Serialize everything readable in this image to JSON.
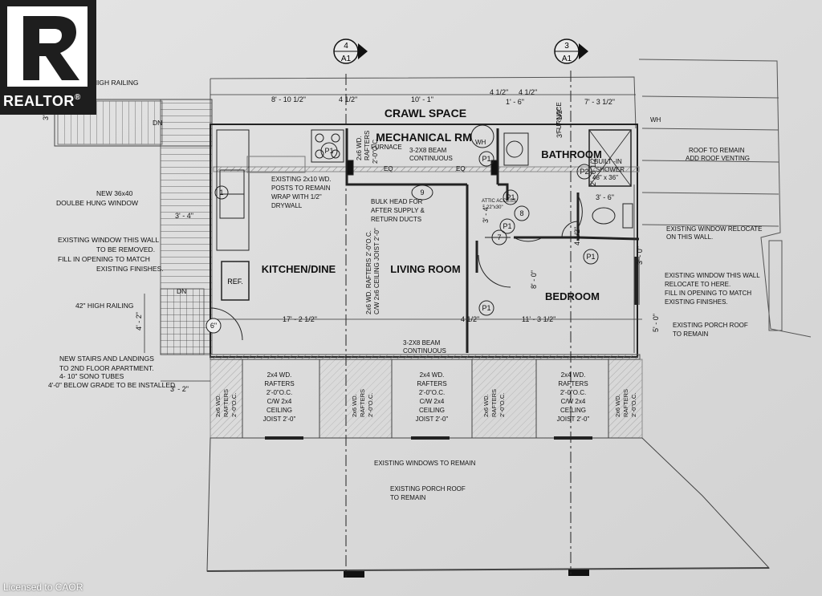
{
  "watermark": {
    "brand": "REALTOR",
    "mark": "®",
    "credit": "Licensed to CAOR"
  },
  "section_markers": [
    {
      "num": "4",
      "sheet": "A1"
    },
    {
      "num": "3",
      "sheet": "A1"
    }
  ],
  "rooms": {
    "crawl": "CRAWL SPACE",
    "mech": "MECHANICAL RM",
    "bath": "BATHROOM",
    "kitchen": "KITCHEN/DINE",
    "living": "LIVING ROOM",
    "bedroom": "BEDROOM",
    "ref": "REF."
  },
  "dims": {
    "d1": "8' - 10 1/2\"",
    "d2": "4 1/2\"",
    "d3": "10' - 1\"",
    "d4": "4 1/2\"",
    "d5": "4 1/2\"",
    "d6": "1' - 6\"",
    "d7": "7' - 3 1/2\"",
    "d8": "3' - 4\"",
    "d9": "3' - 4\"",
    "d10": "3' - 7 1/2\"",
    "d11": "2' - 6 1/2\"",
    "d12": "3' - 6\"",
    "d13": "17' - 2 1/2\"",
    "d14": "4 1/2\"",
    "d15": "11' - 3 1/2\"",
    "d16": "8' - 0\"",
    "d17": "4' - 2\"",
    "d18": "3' - 2\"",
    "d19": "3' - 0\"",
    "d20": "5' - 0\"",
    "d21": "3' - 4\"",
    "d22": "4 1/2\""
  },
  "notes": {
    "railing_top": "42\" HIGH RAILING",
    "railing_mid": "42\" HIGH RAILING",
    "dn1": "DN",
    "dn2": "DN",
    "window_new_1": "NEW 36x40",
    "window_new_2": "DOULBE HUNG WINDOW",
    "window_rm_1": "EXISTING WINDOW THIS WALL",
    "window_rm_2": "TO BE REMOVED.",
    "window_rm_3": "FILL IN OPENING TO MATCH",
    "window_rm_4": "EXISTING FINISHES.",
    "stairs_1": "NEW STAIRS AND LANDINGS",
    "stairs_2": "TO 2ND FLOOR APARTMENT.",
    "stairs_3": "4- 10\" SONO TUBES",
    "stairs_4": "4'-0\" BELOW GRADE TO BE INSTALLED",
    "posts_1": "EXISTING 2x10 WD.",
    "posts_2": "POSTS TO REMAIN",
    "posts_3": "WRAP WITH 1/2\"",
    "posts_4": "DRYWALL",
    "rafters_top_1": "2x6 WD.",
    "rafters_top_2": "RAFTERS",
    "rafters_top_3": "2'-0\"O.C.",
    "furnace": "FURNACE",
    "furnace_v": "FURNACE",
    "wh1": "WH",
    "wh2": "WH",
    "beam1_1": "3-2X8 BEAM",
    "beam1_2": "CONTINUOUS",
    "beam2_1": "3-2X8 BEAM",
    "beam2_2": "CONTINUOUS",
    "eq1": "EQ",
    "eq2": "EQ",
    "bulk_1": "BULK HEAD FOR",
    "bulk_2": "AFTER SUPPLY &",
    "bulk_3": "RETURN DUCTS",
    "attic_1": "ATTIC ACCESS",
    "attic_2": "22\"x30\"",
    "shower_1": "BUILT -IN",
    "shower_2": "SHOWER",
    "shower_3": "48\" x 36\"",
    "roof_1": "ROOF TO REMAIN",
    "roof_2": "ADD ROOF VENTING",
    "reloc_1": "EXISTING WINDOW RELOCATE",
    "reloc_2": "ON THIS WALL.",
    "reloc_here_1": "EXISTING WINDOW THIS WALL",
    "reloc_here_2": "RELOCATE TO HERE.",
    "reloc_here_3": "FILL IN OPENING TO MATCH",
    "reloc_here_4": "EXISTING FINISHES.",
    "porch_r_1": "EXISTING PORCH ROOF",
    "porch_r_2": "TO REMAIN",
    "porch_b_1": "EXISTING PORCH ROOF",
    "porch_b_2": "TO REMAIN",
    "win_remain": "EXISTING WINDOWS TO REMAIN",
    "lr_rafters_1": "2x6 WD. RAFTERS 2'-0\"O.C.",
    "lr_rafters_2": "C/W 2x6 CEILING JOIST 2'-0\"",
    "v_rafters_1": "2x6 WD.",
    "v_rafters_2": "RAFTERS",
    "v_rafters_3": "2'-0\"O.C.",
    "bay_1": "2x4 WD.",
    "bay_2": "RAFTERS",
    "bay_3": "2'-0\"O.C.",
    "bay_4": "C/W 2x4",
    "bay_5": "CEILING",
    "bay_6": "JOIST 2'-0\"",
    "p1": "P1",
    "p2": "P2",
    "k1": "1",
    "k6": "6\"",
    "k7": "7",
    "k8": "8",
    "k9": "9"
  }
}
